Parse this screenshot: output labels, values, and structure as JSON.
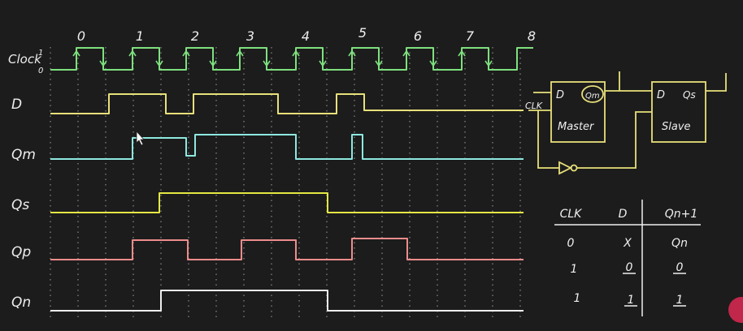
{
  "labels": {
    "clock": "Clock",
    "clock_high": "1",
    "clock_low": "0",
    "d": "D",
    "qm": "Qm",
    "qs": "Qs",
    "qp": "Qp",
    "qn": "Qn"
  },
  "cycle_numbers": [
    "0",
    "1",
    "2",
    "3",
    "4",
    "5",
    "6",
    "7",
    "8"
  ],
  "circuit": {
    "master_label": "Master",
    "master_d": "D",
    "master_q": "Qm",
    "slave_label": "Slave",
    "slave_d": "D",
    "slave_q": "Qs",
    "clk_label": "CLK"
  },
  "truth_table": {
    "headers": [
      "CLK",
      "D",
      "Qn+1"
    ],
    "rows": [
      [
        "0",
        "X",
        "Qn"
      ],
      [
        "1",
        "0",
        "0"
      ],
      [
        "1",
        "1",
        "1"
      ]
    ]
  },
  "colors": {
    "background": "#1c1c1c",
    "clock": "#7ee07e",
    "d": "#e8e07a",
    "qm": "#8ee8e0",
    "qs": "#e4e844",
    "qp": "#ee8c8c",
    "qn": "#eeeeee",
    "circuit": "#e8e07a",
    "text": "#eeeeee"
  }
}
